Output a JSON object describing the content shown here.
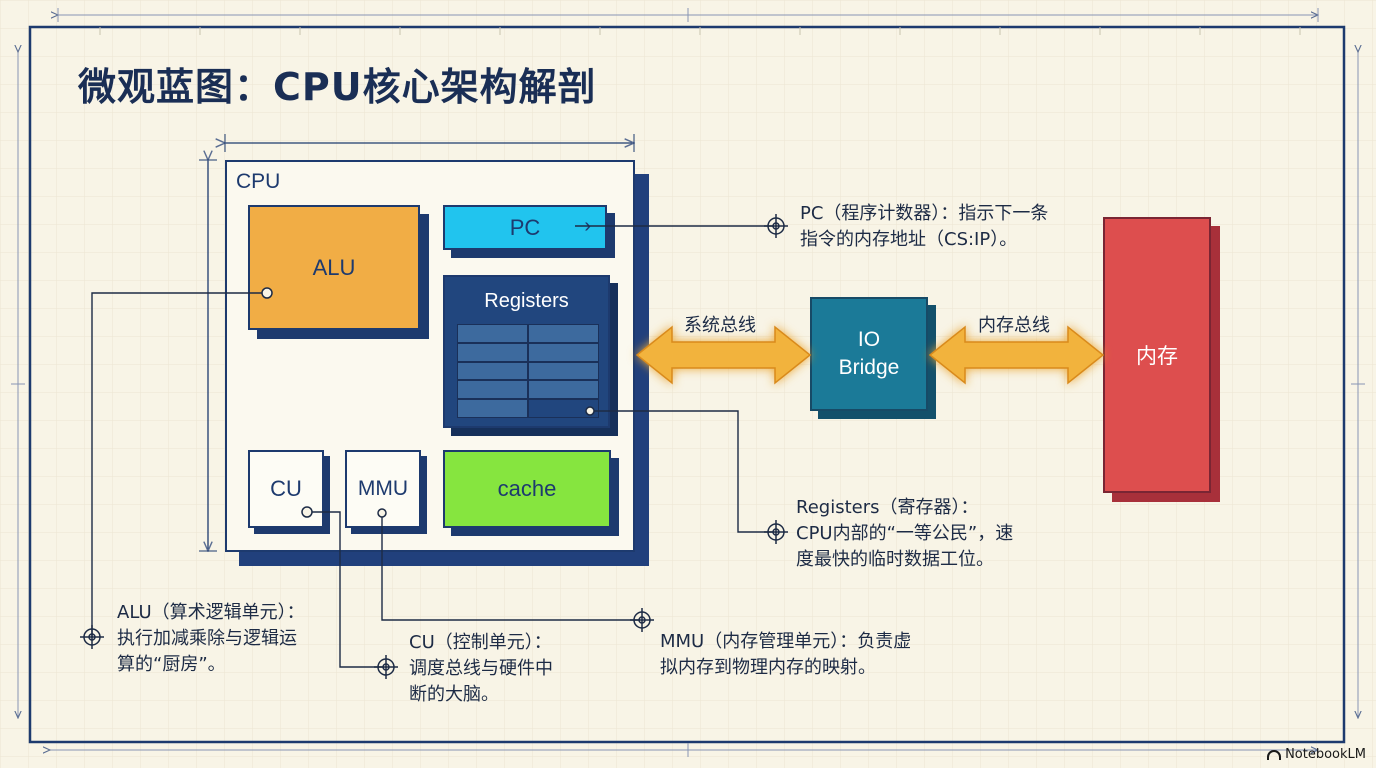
{
  "title": "微观蓝图：CPU核心架构解剖",
  "cpu": {
    "label": "CPU",
    "alu": "ALU",
    "pc": "PC",
    "registers": "Registers",
    "cu": "CU",
    "mmu": "MMU",
    "cache": "cache"
  },
  "io_bridge": {
    "line1": "IO",
    "line2": "Bridge"
  },
  "memory": "内存",
  "buses": {
    "system_bus": "系统总线",
    "memory_bus": "内存总线"
  },
  "annotations": {
    "pc": [
      "PC（程序计数器）：指示下一条",
      "指令的内存地址（CS:IP）。"
    ],
    "registers": [
      "Registers（寄存器）：",
      "CPU内部的“一等公民”，速",
      "度最快的临时数据工位。"
    ],
    "alu": [
      "ALU（算术逻辑单元）：",
      "执行加减乘除与逻辑运",
      "算的“厨房”。"
    ],
    "cu": [
      "CU（控制单元）：",
      "调度总线与硬件中",
      "断的大脑。"
    ],
    "mmu": [
      "MMU（内存管理单元）：负责虚",
      "拟内存到物理内存的映射。"
    ]
  },
  "colors": {
    "background": "#f8f4e6",
    "navy": "#1d3a6e",
    "alu": "#f1ad45",
    "pc": "#21c4ee",
    "registers": "#21467e",
    "cache": "#86e53f",
    "io_bridge": "#1b7a98",
    "memory": "#dd4e4e",
    "bus": "#f2b33c"
  },
  "icons": [
    "target-icon",
    "chevron-right-icon",
    "notebooklm-logo"
  ],
  "watermark": "NotebookLM"
}
